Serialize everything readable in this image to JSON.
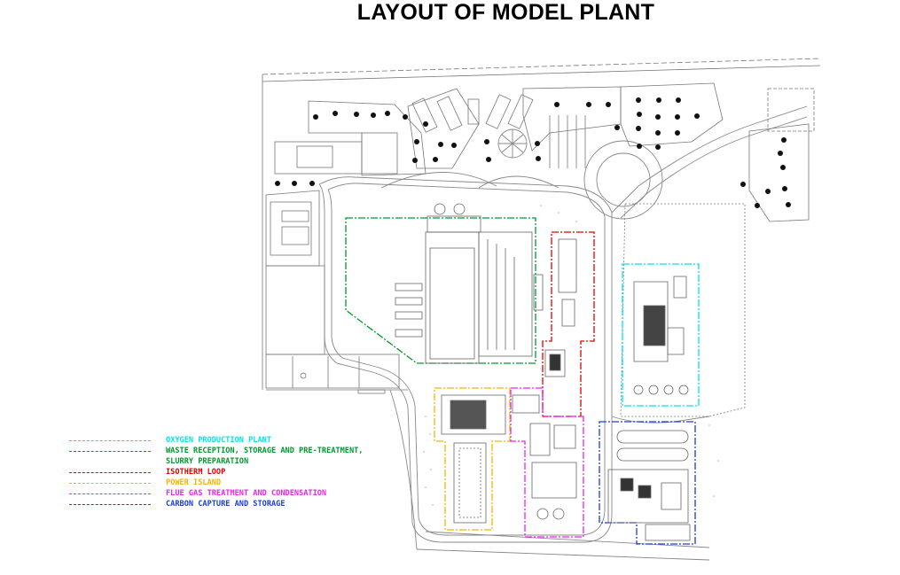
{
  "title": "LAYOUT OF MODEL PLANT",
  "legend": {
    "items": [
      {
        "label": "OXYGEN PRODUCTION PLANT",
        "color": "#00e5e5"
      },
      {
        "label": "WASTE RECEPTION, STORAGE AND PRE-TREATMENT,\nSLURRY PREPARATION",
        "color": "#009a2e"
      },
      {
        "label": "ISOTHERM LOOP",
        "color": "#e30000"
      },
      {
        "label": "POWER ISLAND",
        "color": "#f2b600"
      },
      {
        "label": "FLUE GAS TREATMENT AND CONDENSATION",
        "color": "#ee22ee"
      },
      {
        "label": "CARBON CAPTURE AND STORAGE",
        "color": "#1a3fd9"
      }
    ]
  },
  "colors": {
    "drawing": "#6a6a6a",
    "tree": "#111111"
  }
}
